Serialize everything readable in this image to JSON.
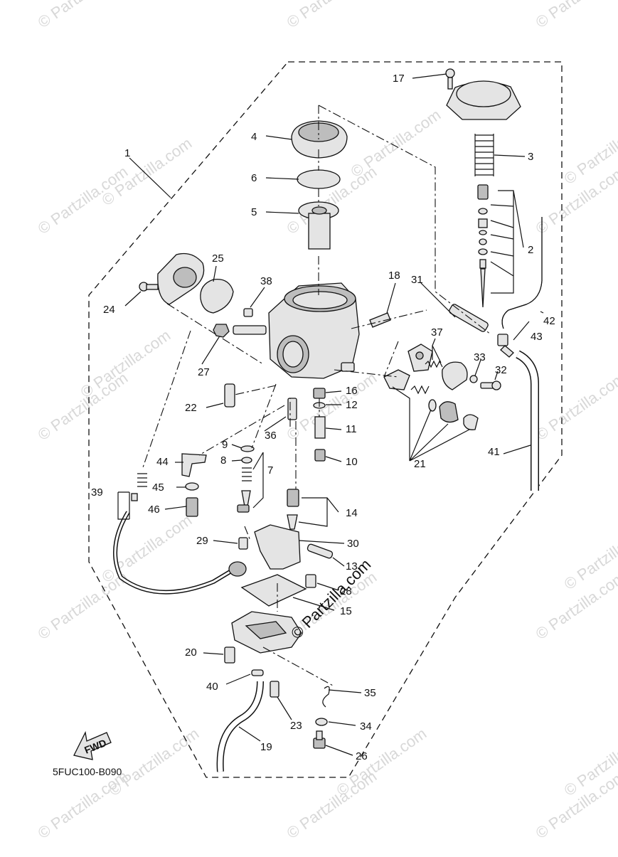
{
  "diagram": {
    "code": "5FUC100-B090",
    "fwd_label": "FWD",
    "watermark_text": "© Partzilla.com",
    "center_watermark": "© Partzilla.com",
    "callouts": [
      "1",
      "2",
      "3",
      "4",
      "5",
      "6",
      "7",
      "8",
      "9",
      "10",
      "11",
      "12",
      "13",
      "14",
      "15",
      "16",
      "17",
      "18",
      "19",
      "20",
      "21",
      "22",
      "23",
      "24",
      "25",
      "26",
      "27",
      "28",
      "29",
      "30",
      "31",
      "32",
      "33",
      "34",
      "35",
      "36",
      "37",
      "38",
      "39",
      "40",
      "41",
      "42",
      "43",
      "44",
      "45",
      "46"
    ]
  }
}
